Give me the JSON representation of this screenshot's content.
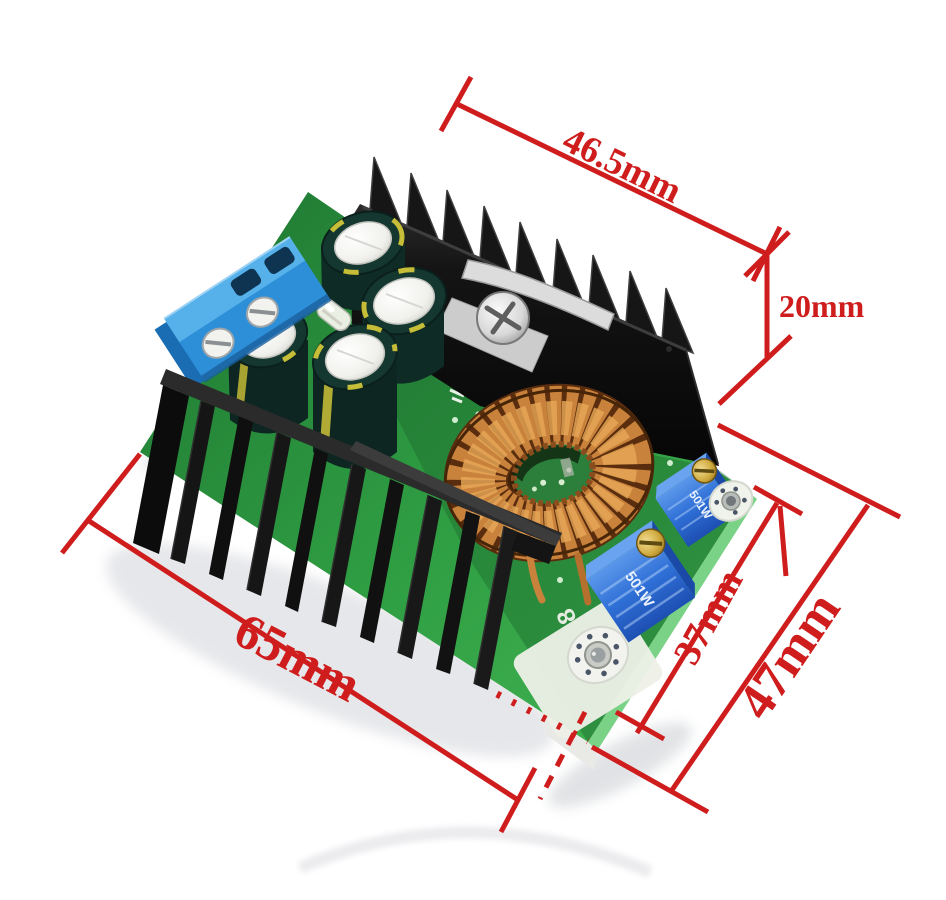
{
  "dimensions": {
    "top_width": "46.5mm",
    "heatsink_height": "20mm",
    "board_length": "65mm",
    "board_width": "37mm",
    "overall_width": "47mm"
  },
  "markings": {
    "trimpot_front": "501W",
    "trimpot_rear": "501W",
    "silkscreen_ref": "8"
  },
  "colors": {
    "dimension_red": "#cf1d1d",
    "pcb_green": "#2f9e43",
    "heatsink_black": "#111111",
    "copper": "#c8823c",
    "trimpot_blue": "#2e6fd6",
    "terminal_blue": "#3fa8e8",
    "brass": "#c9a43e"
  }
}
